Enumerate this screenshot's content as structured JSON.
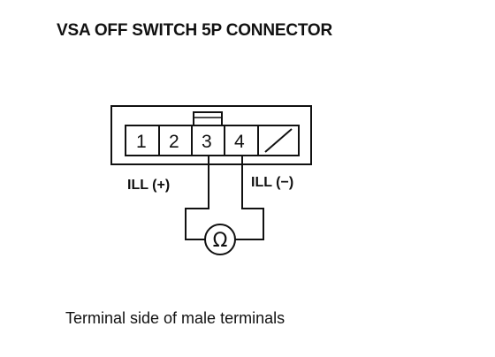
{
  "title": "VSA OFF SWITCH 5P CONNECTOR",
  "connector": {
    "pins": [
      "1",
      "2",
      "3",
      "4"
    ]
  },
  "labels": {
    "ill_plus": "ILL (+)",
    "ill_minus": "ILL (−)",
    "ohmmeter_symbol": "Ω"
  },
  "caption": "Terminal side of male terminals"
}
